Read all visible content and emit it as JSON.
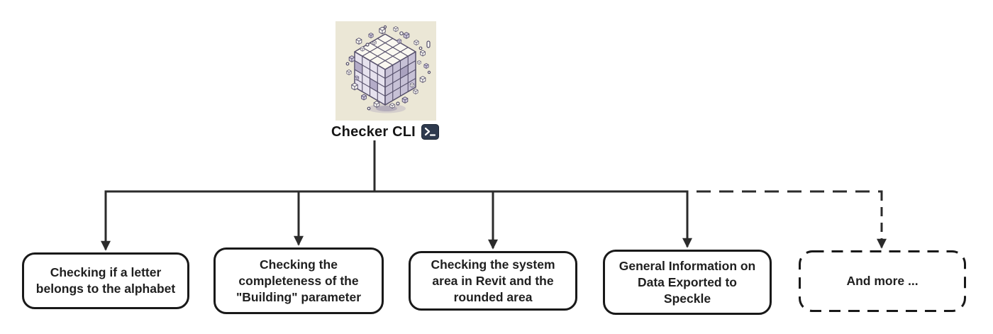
{
  "header": {
    "title": "Checker CLI",
    "icon": "terminal-icon"
  },
  "nodes": [
    {
      "id": "alphabet-check",
      "label": "Checking if a letter belongs to the alphabet",
      "border": "solid"
    },
    {
      "id": "building-parameter-check",
      "label": "Checking the completeness of the \"Building\" parameter",
      "border": "solid"
    },
    {
      "id": "system-area-check",
      "label": "Checking the system area in Revit and the rounded area",
      "border": "solid"
    },
    {
      "id": "speckle-export-info",
      "label": "General Information on Data Exported to Speckle",
      "border": "solid"
    },
    {
      "id": "and-more",
      "label": "And more ...",
      "border": "dashed"
    }
  ],
  "colors": {
    "canvas_background": "#ffffff",
    "connector_line": "#2b2b2b",
    "box_border": "#191919",
    "box_background": "#ffffff",
    "text": "#1f1f1f",
    "illustration_background": "#ebe7d6",
    "illustration_line": "#56506b",
    "terminal_icon_background": "#2e3a4e",
    "terminal_icon_glyph": "#ffffff"
  }
}
